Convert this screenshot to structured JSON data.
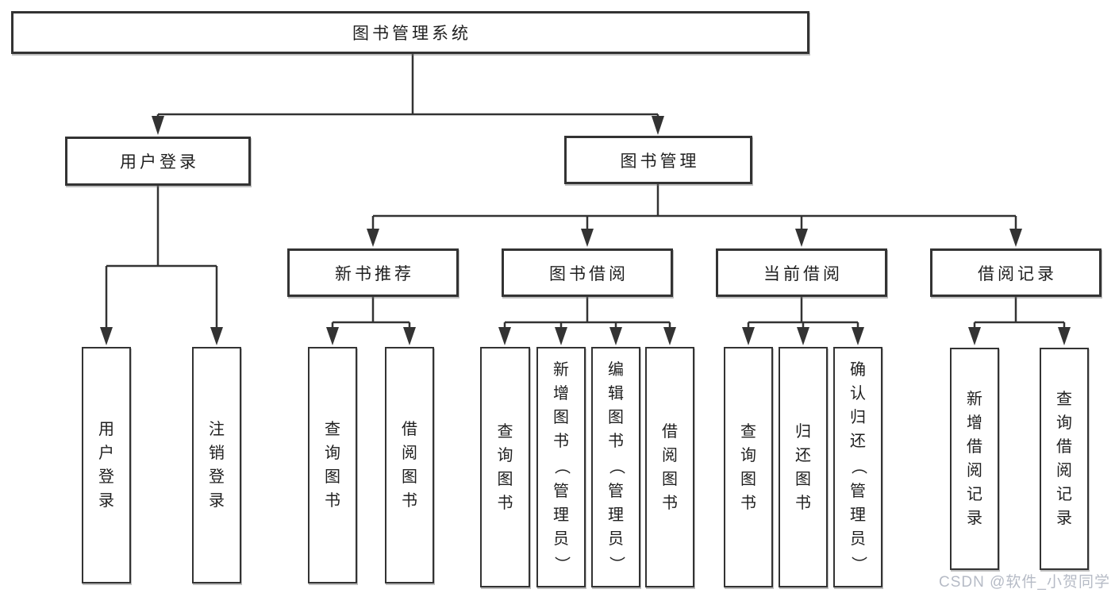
{
  "diagram": {
    "root": {
      "label": "图书管理系统"
    },
    "level2": [
      {
        "label": "用户登录"
      },
      {
        "label": "图书管理"
      }
    ],
    "level3": [
      {
        "label": "新书推荐"
      },
      {
        "label": "图书借阅"
      },
      {
        "label": "当前借阅"
      },
      {
        "label": "借阅记录"
      }
    ],
    "leaves": [
      {
        "label": "用户登录"
      },
      {
        "label": "注销登录"
      },
      {
        "label": "查询图书"
      },
      {
        "label": "借阅图书"
      },
      {
        "label": "查询图书"
      },
      {
        "label": "新增图书（管理员）"
      },
      {
        "label": "编辑图书（管理员）"
      },
      {
        "label": "借阅图书"
      },
      {
        "label": "查询图书"
      },
      {
        "label": "归还图书"
      },
      {
        "label": "确认归还（管理员）"
      },
      {
        "label": "新增借阅记录"
      },
      {
        "label": "查询借阅记录"
      }
    ]
  },
  "watermark": {
    "text": "CSDN @软件_小贺同学"
  },
  "colors": {
    "line": "#333333",
    "box_border": "#333333",
    "text": "#1f1f1f",
    "background": "#ffffff",
    "watermark": "#b6bbc6"
  }
}
